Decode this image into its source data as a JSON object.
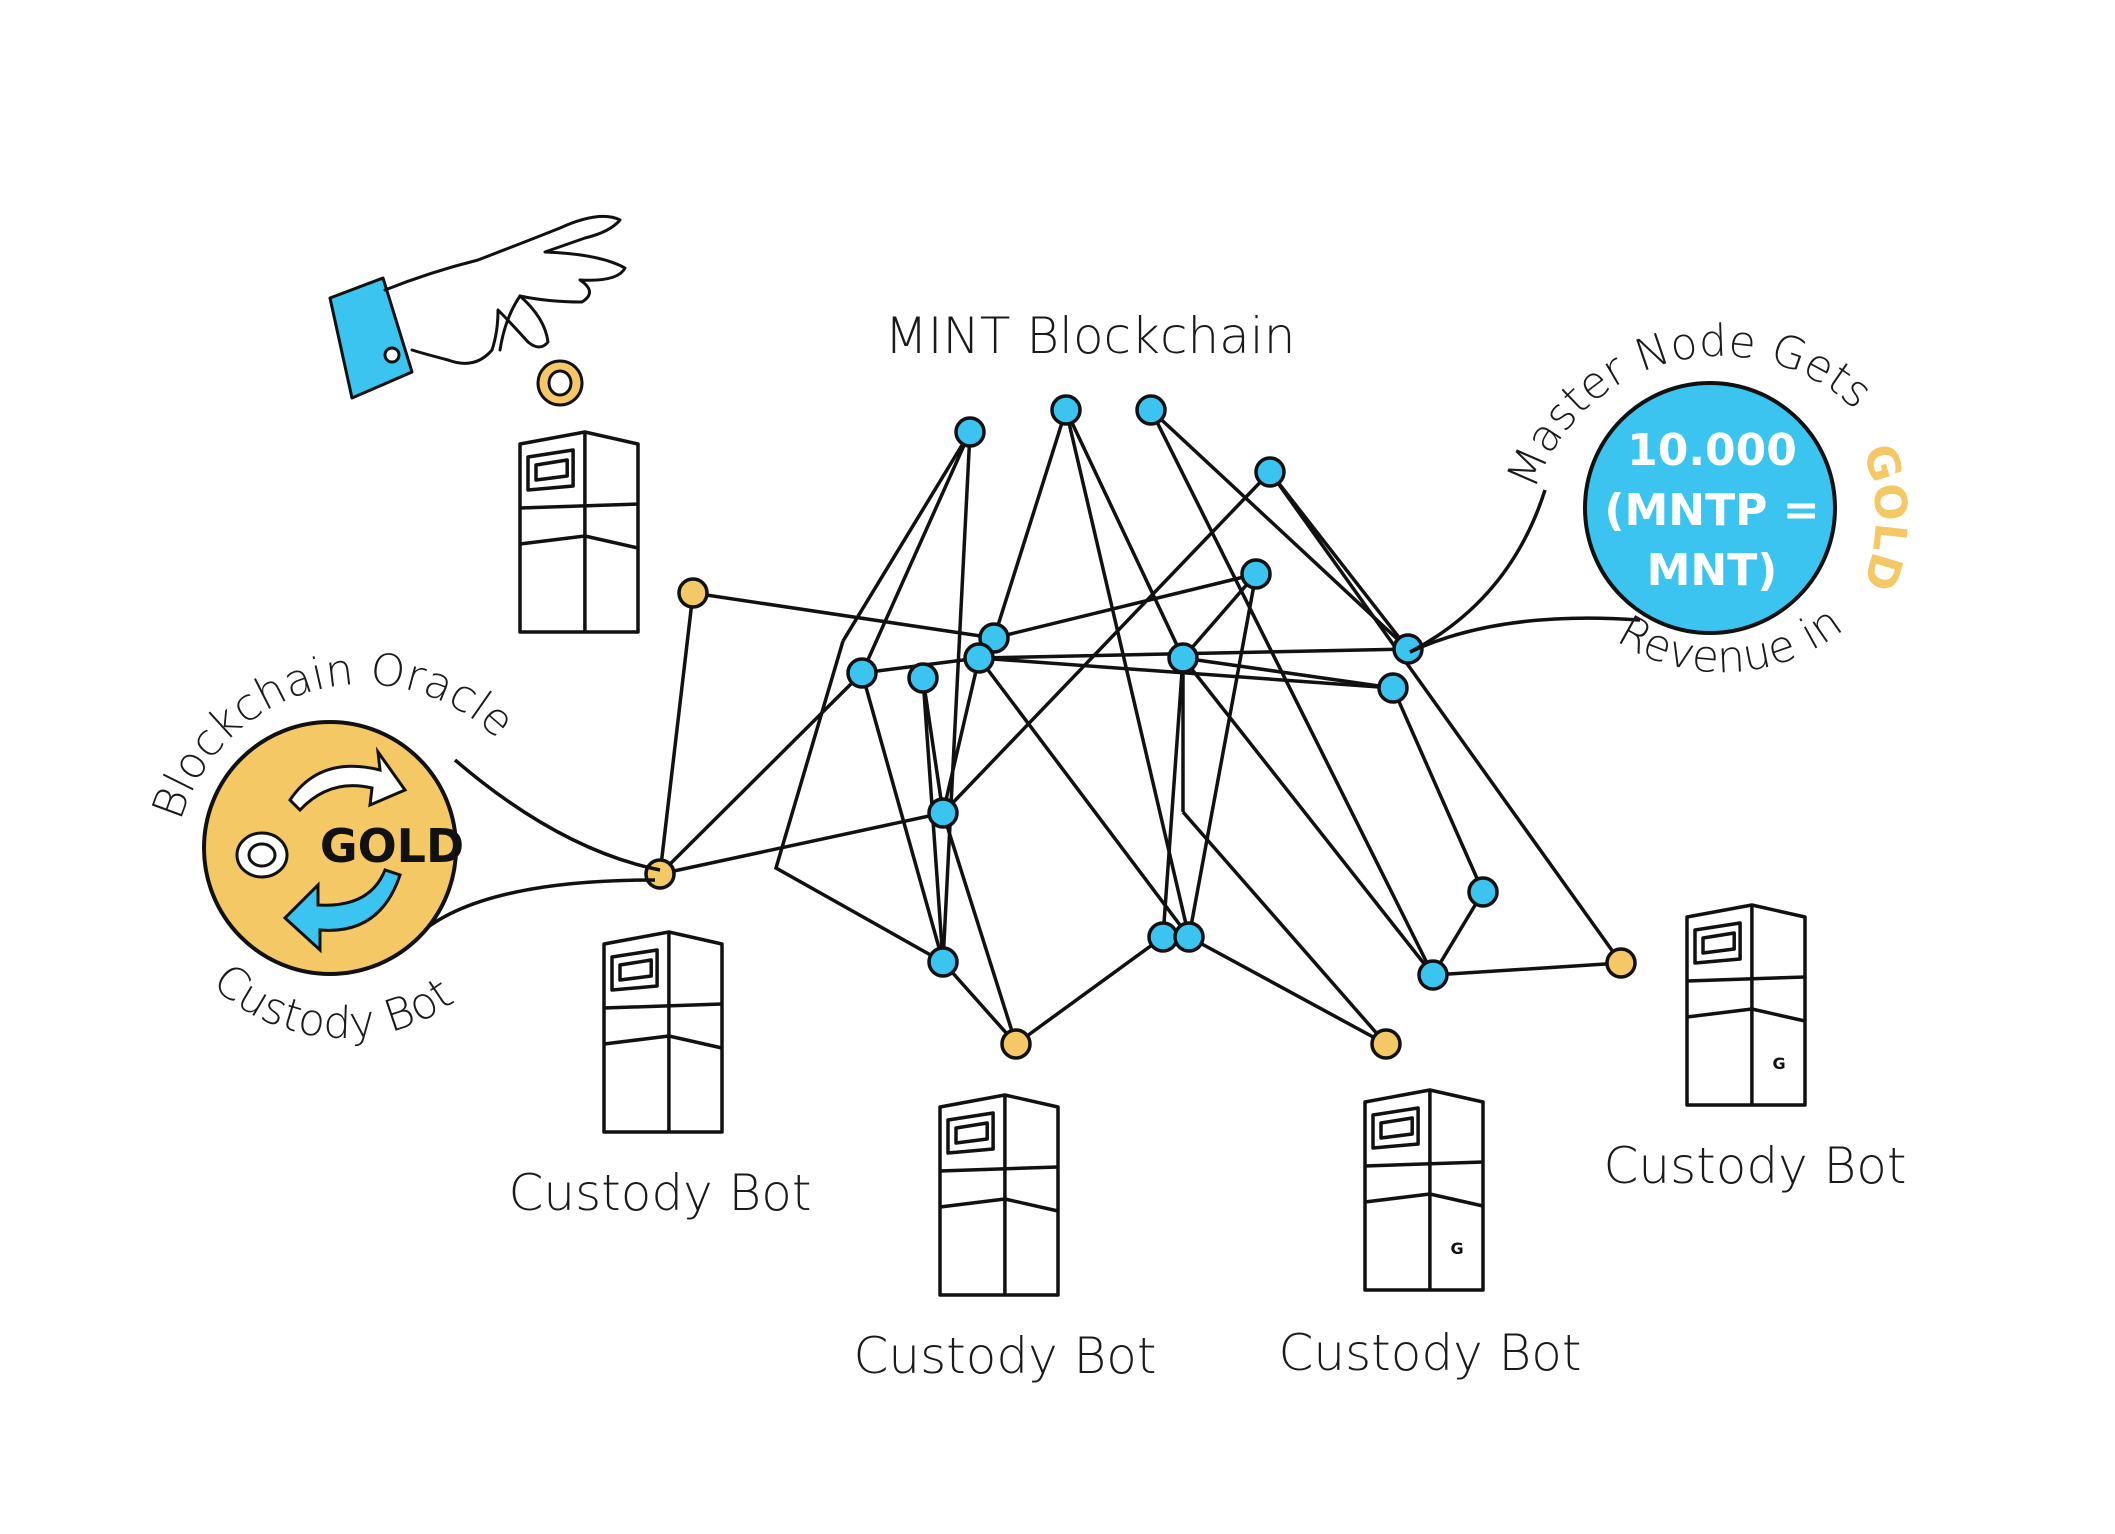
{
  "title": "MINT Blockchain",
  "oracle": {
    "arc_top": "Blockchain Oracle",
    "arc_bottom": "Custody Bot",
    "badge_text": "GOLD",
    "fill_color": "#f4c865",
    "arrow_color": "#3cc4f0"
  },
  "master": {
    "arc_top": "Master Node Gets",
    "line1": "10.000",
    "line2": "(MNTP =",
    "line3": "MNT)",
    "arc_bottom": "Revenue in",
    "gold_word": "GOLD",
    "fill_color": "#3cc4f0",
    "gold_color": "#f4c865"
  },
  "custody_bots": [
    {
      "label": "Custody Bot"
    },
    {
      "label": "Custody Bot"
    },
    {
      "label": "Custody Bot"
    },
    {
      "label": "Custody Bot"
    }
  ],
  "server_logo": "G",
  "colors": {
    "node_blue": "#3cc4f0",
    "node_gold": "#f4c865",
    "stroke": "#111111"
  }
}
